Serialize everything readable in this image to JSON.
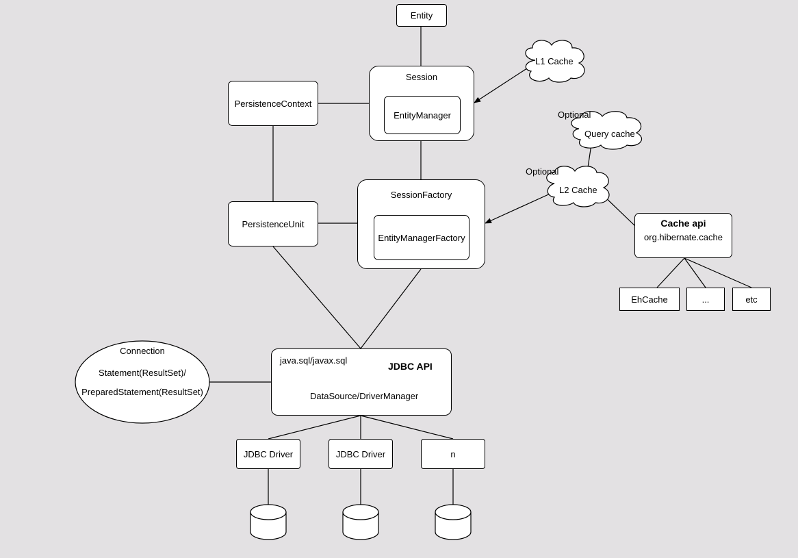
{
  "entity": {
    "label": "Entity"
  },
  "session": {
    "label": "Session",
    "inner": "EntityManager"
  },
  "persistence_context": {
    "label": "PersistenceContext"
  },
  "persistence_unit": {
    "label": "PersistenceUnit"
  },
  "session_factory": {
    "label": "SessionFactory",
    "inner": "EntityManagerFactory"
  },
  "l1_cache": {
    "label": "L1 Cache"
  },
  "query_cache": {
    "label": "Query cache",
    "note": "Optional"
  },
  "l2_cache": {
    "label": "L2 Cache",
    "note": "Optional"
  },
  "cache_api": {
    "title": "Cache api",
    "package": "org.hibernate.cache",
    "providers": [
      "EhCache",
      "...",
      "etc"
    ]
  },
  "connection": {
    "title": "Connection",
    "line1": "Statement(ResultSet)/",
    "line2": "PreparedStatement(ResultSet)"
  },
  "jdbc_api": {
    "package": "java.sql/javax.sql",
    "title": "JDBC API",
    "datasource": "DataSource/DriverManager"
  },
  "drivers": [
    "JDBC Driver",
    "JDBC Driver",
    "n"
  ],
  "colors": {
    "background": "#e3e1e3",
    "shape_fill": "#ffffff",
    "stroke": "#000000"
  }
}
